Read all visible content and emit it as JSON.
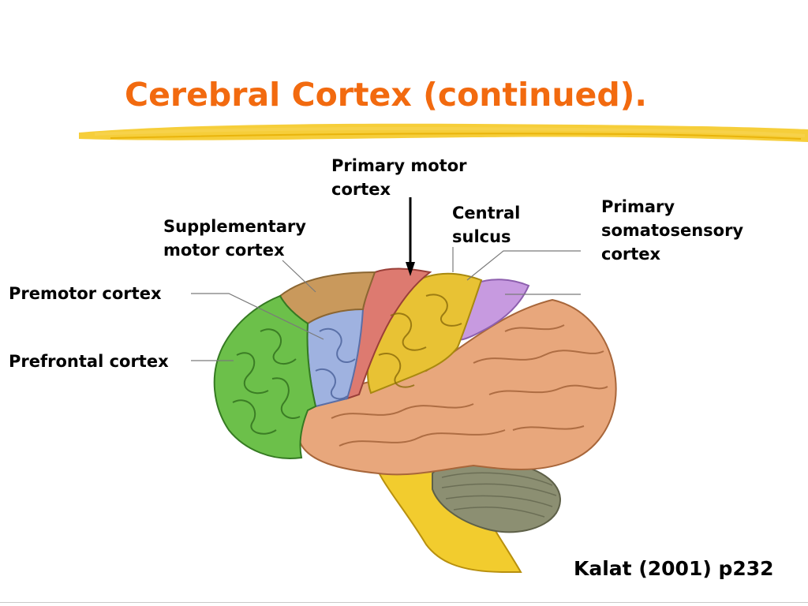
{
  "slide": {
    "title": "Cerebral Cortex (continued).",
    "citation": "Kalat (2001) p232"
  },
  "labels": {
    "primary_motor": [
      "Primary motor",
      "cortex"
    ],
    "central_sulcus": [
      "Central",
      "sulcus"
    ],
    "somatosensory": [
      "Primary",
      "somatosensory",
      "cortex"
    ],
    "supplementary": [
      "Supplementary",
      "motor cortex"
    ],
    "premotor": [
      "Premotor cortex"
    ],
    "prefrontal": [
      "Prefrontal cortex"
    ]
  },
  "colors": {
    "title": "#f26a0f",
    "highlighter": "#f5c518",
    "prefrontal": "#6cc04a",
    "supplementary": "#c9995c",
    "premotor": "#9fb2e0",
    "primary_motor": "#dd7a70",
    "somatosensory": "#e8c234",
    "parietal": "#c79ae0",
    "temporal_occipital": "#e8a77c",
    "cerebellum": "#8c8f72",
    "brainstem": "#f2cc2e"
  }
}
